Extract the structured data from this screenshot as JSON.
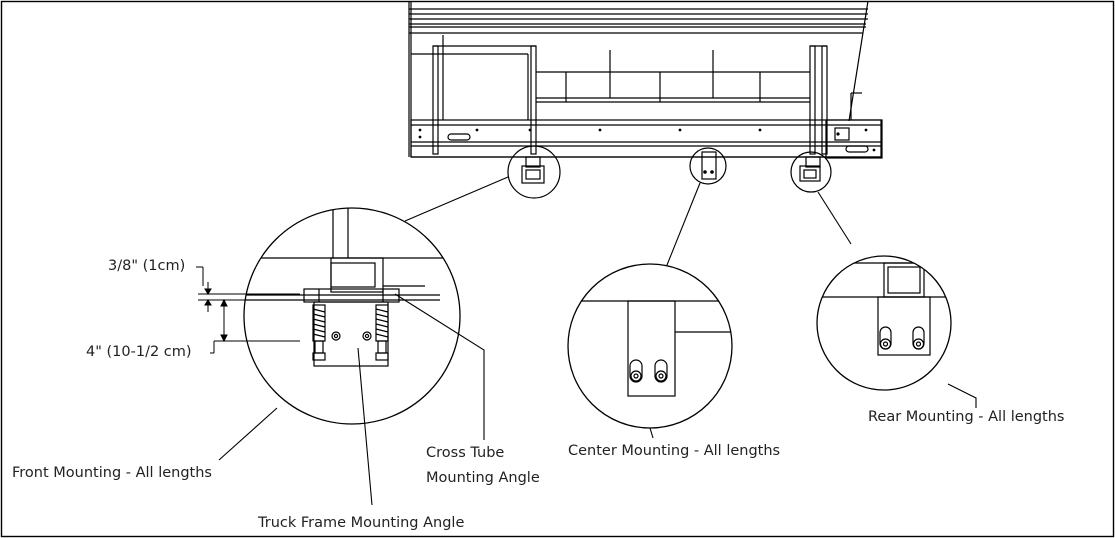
{
  "labels": {
    "dim_top": "3/8\" (1cm)",
    "dim_bottom": "4\" (10-1/2 cm)",
    "cross_tube_line1": "Cross Tube",
    "cross_tube_line2": "Mounting Angle",
    "front_mounting": "Front Mounting - All lengths",
    "center_mounting": "Center Mounting - All lengths",
    "rear_mounting": "Rear Mounting - All lengths",
    "truck_frame": "Truck Frame Mounting Angle"
  }
}
